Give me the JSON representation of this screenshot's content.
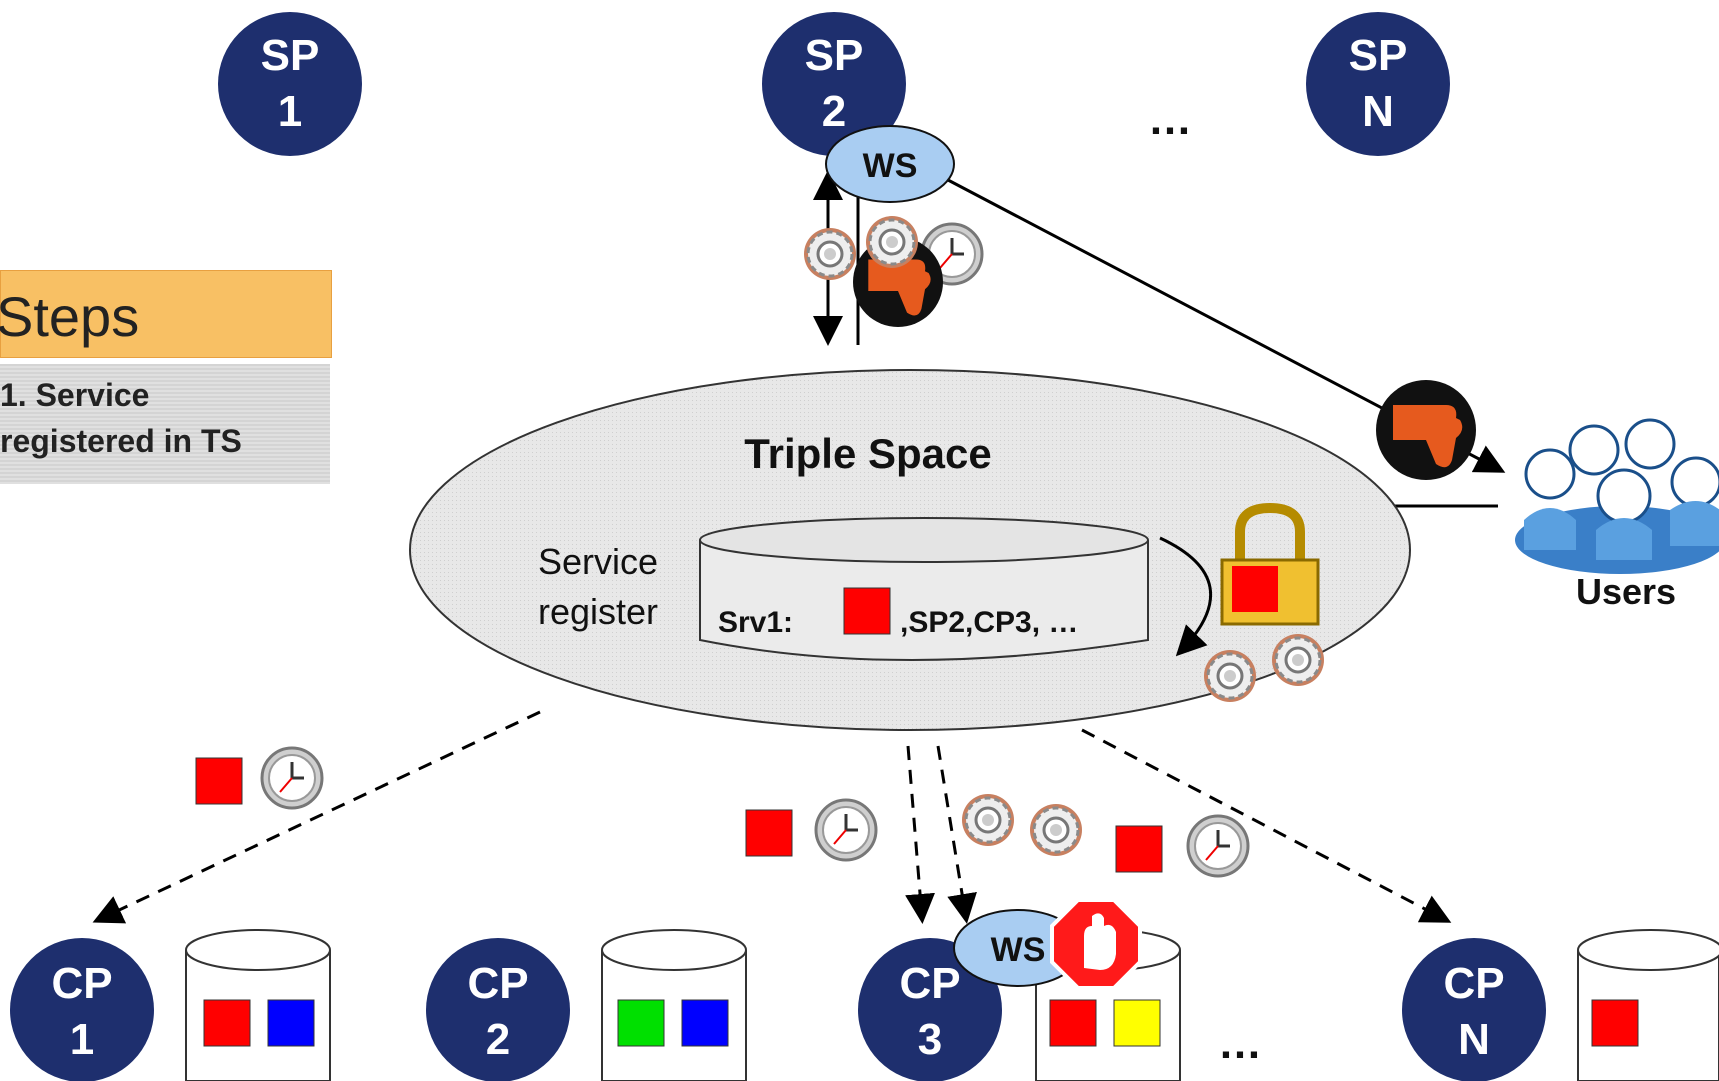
{
  "service_providers": [
    {
      "line1": "SP",
      "line2": "1"
    },
    {
      "line1": "SP",
      "line2": "2"
    },
    {
      "line1": "SP",
      "line2": "N"
    }
  ],
  "sp_ellipsis": "…",
  "consumer_providers": [
    {
      "line1": "CP",
      "line2": "1"
    },
    {
      "line1": "CP",
      "line2": "2"
    },
    {
      "line1": "CP",
      "line2": "3"
    },
    {
      "line1": "CP",
      "line2": "N"
    }
  ],
  "cp_ellipsis": "…",
  "ws_label": "WS",
  "triple_space": {
    "title": "Triple Space",
    "register_label_1": "Service",
    "register_label_2": "register",
    "srv_prefix": "Srv1:",
    "srv_suffix": ",SP2,CP3, …"
  },
  "users_label": "Users",
  "steps": {
    "title": "Steps",
    "item_line1": "1. Service",
    "item_line2": "registered in TS"
  },
  "colors": {
    "node_fill": "#1e2f6e",
    "ws_fill": "#a9cdf2",
    "ellipse_fill": "#e6e6e6",
    "token_red": "#ff0000",
    "token_blue": "#0000ff",
    "token_green": "#00e000",
    "token_yellow": "#ffff00",
    "steps_header": "#f8c064"
  },
  "icons": [
    "gears-icon",
    "clock-icon",
    "thumbs-down-icon",
    "lock-icon",
    "stop-sign-icon",
    "users-icon"
  ]
}
